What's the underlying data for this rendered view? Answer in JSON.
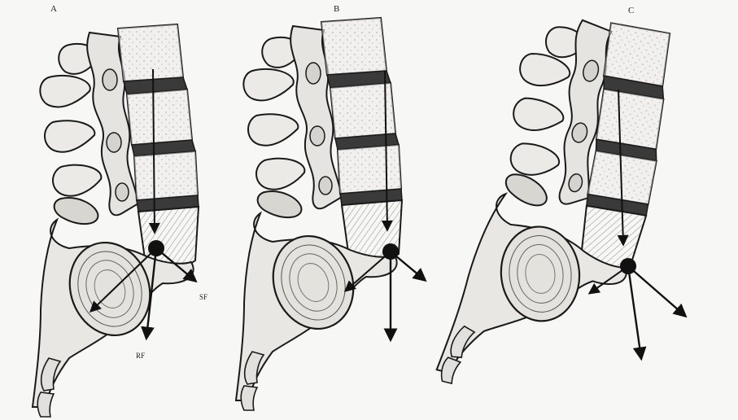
{
  "panels": [
    {
      "id": "A",
      "label": "A",
      "vector_labels": [
        "SF",
        "RF"
      ]
    },
    {
      "id": "B",
      "label": "B",
      "vector_labels": []
    },
    {
      "id": "C",
      "label": "C",
      "vector_labels": []
    }
  ],
  "colors": {
    "background": "#f7f7f5",
    "ink": "#1a1a1a",
    "bone_fill": "#ececea",
    "bone_shade": "#c9c9c6",
    "disc_fill": "#3a3a3a"
  }
}
